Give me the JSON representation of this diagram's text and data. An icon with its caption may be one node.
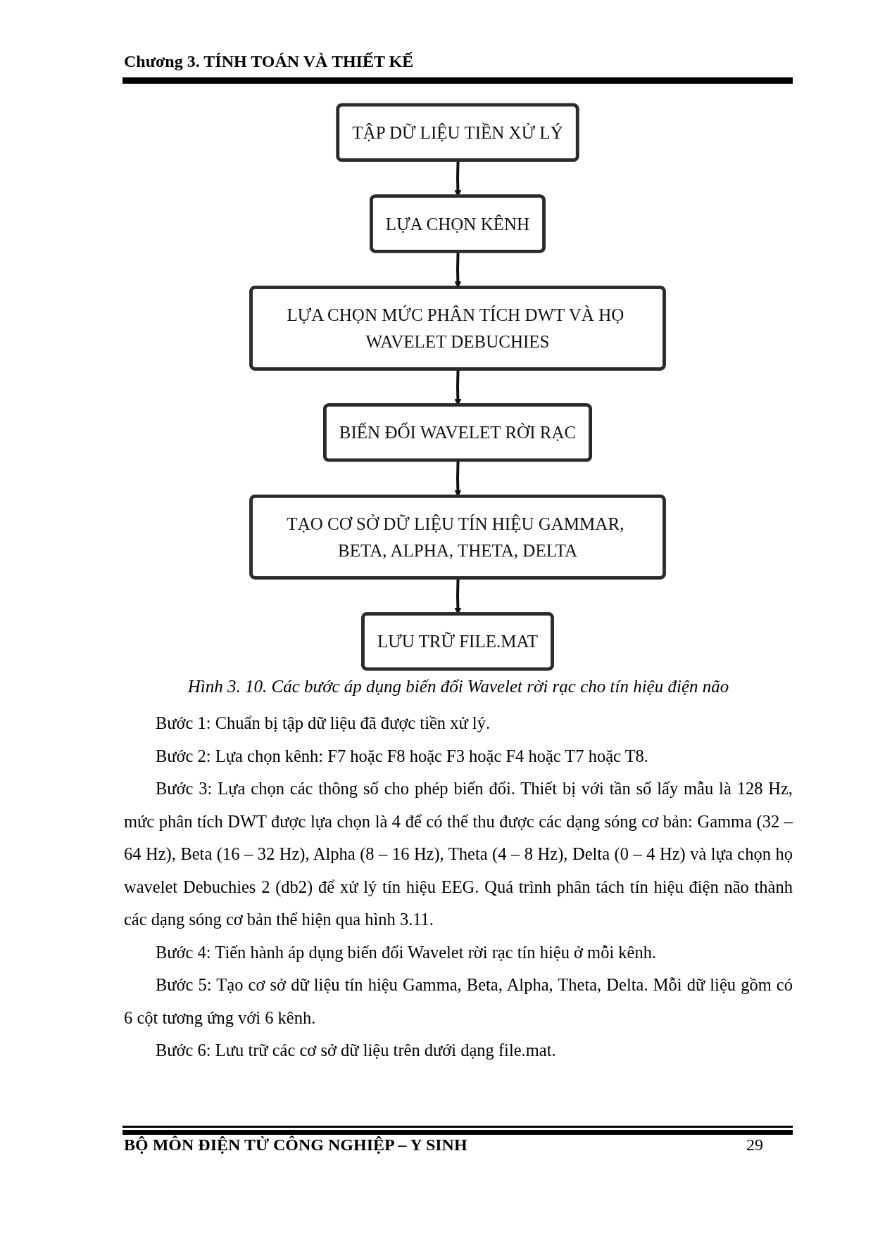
{
  "diagram": {
    "caption": "Hình 3. 10. Các bước áp dụng biến đổi Wavelet rời rạc cho tín hiệu điện não",
    "nodes": [
      {
        "text": [
          "TẬP DỮ LIỆU TIỀN XỬ LÝ"
        ]
      },
      {
        "text": [
          "LỰA CHỌN KÊNH"
        ]
      },
      {
        "text": [
          "LỰA CHỌN MỨC PHÂN TÍCH DWT VÀ HỌ WAVELET DEBUCHIES"
        ]
      },
      {
        "text": [
          "BIẾN ĐỔI WAVELET RỜI RẠC"
        ]
      },
      {
        "text": [
          "TẠO CƠ SỞ DỮ LIỆU TÍN HIỆU GAMMAR, BETA, ALPHA, THETA, DELTA"
        ]
      },
      {
        "text": [
          "LƯU TRỮ FILE.MAT"
        ]
      }
    ],
    "edges": [
      {
        "from": 0,
        "to": 1,
        "arrow": "to"
      },
      {
        "from": 1,
        "to": 2,
        "arrow": "to"
      },
      {
        "from": 2,
        "to": 3,
        "arrow": "to"
      },
      {
        "from": 3,
        "to": 4,
        "arrow": "to"
      },
      {
        "from": 4,
        "to": 5,
        "arrow": "to"
      }
    ],
    "labels": [
      "Chương 3. TÍNH TOÁN VÀ THIẾT KẾ",
      "Bước 1: Chuẩn bị tập dữ liệu đã được tiền xử lý.",
      "Bước 2: Lựa chọn kênh: F7 hoặc F8 hoặc F3 hoặc F4 hoặc T7 hoặc T8.",
      "Bước 3: Lựa chọn các thông số cho phép biến đổi. Thiết bị với tần số lấy mẫu là 128 Hz, mức phân tích DWT được lựa chọn là 4 để có thể thu được các dạng sóng cơ bản: Gamma (32 – 64 Hz), Beta (16 – 32 Hz), Alpha (8 – 16 Hz), Theta (4 – 8 Hz), Delta (0 – 4 Hz) và lựa chọn họ wavelet Debuchies 2 (db2) để xử lý tín hiệu EEG. Quá trình phân tách tín hiệu điện não thành các dạng sóng cơ bản thể hiện qua hình 3.11.",
      "Bước 4: Tiến hành áp dụng biến đổi Wavelet rời rạc tín hiệu ở mỗi kênh.",
      "Bước 5: Tạo cơ sở dữ liệu tín hiệu Gamma, Beta, Alpha, Theta, Delta. Mỗi dữ liệu gồm có 6 cột tương ứng với 6 kênh.",
      "Bước 6: Lưu trữ các cơ sở dữ liệu trên dưới dạng file.mat.",
      "BỘ MÔN ĐIỆN TỬ CÔNG NGHIỆP – Y SINH",
      "29"
    ]
  }
}
